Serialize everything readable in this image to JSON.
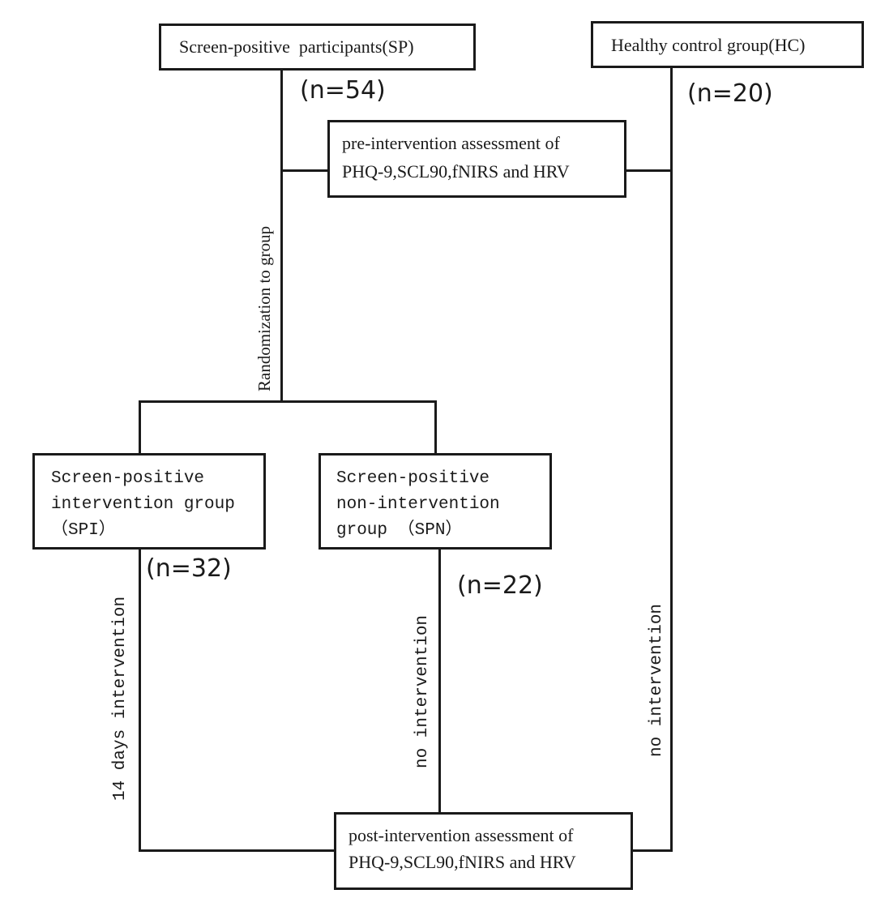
{
  "diagram": {
    "nodes": {
      "sp": {
        "label": "Screen-positive  participants(SP)",
        "count": "(n=54)"
      },
      "hc": {
        "label": "Healthy control group(HC)",
        "count": "(n=20)"
      },
      "pre": {
        "line1": "pre-intervention assessment of",
        "line2": "PHQ-9,SCL90,fNIRS and HRV"
      },
      "spi": {
        "line1": "Screen-positive",
        "line2": "intervention group",
        "line3": "（SPI）",
        "count": "(n=32)"
      },
      "spn": {
        "line1": "Screen-positive",
        "line2": "non-intervention",
        "line3": "group （SPN）",
        "count": "(n=22)"
      },
      "post": {
        "line1": "post-intervention assessment of",
        "line2": "PHQ-9,SCL90,fNIRS and HRV"
      }
    },
    "edge_labels": {
      "randomization": "Randomization to group",
      "spi_path": "14 days intervention",
      "spn_path": "no intervention",
      "hc_path": "no intervention"
    },
    "colors": {
      "stroke": "#1a1a1a",
      "background": "#ffffff"
    }
  }
}
